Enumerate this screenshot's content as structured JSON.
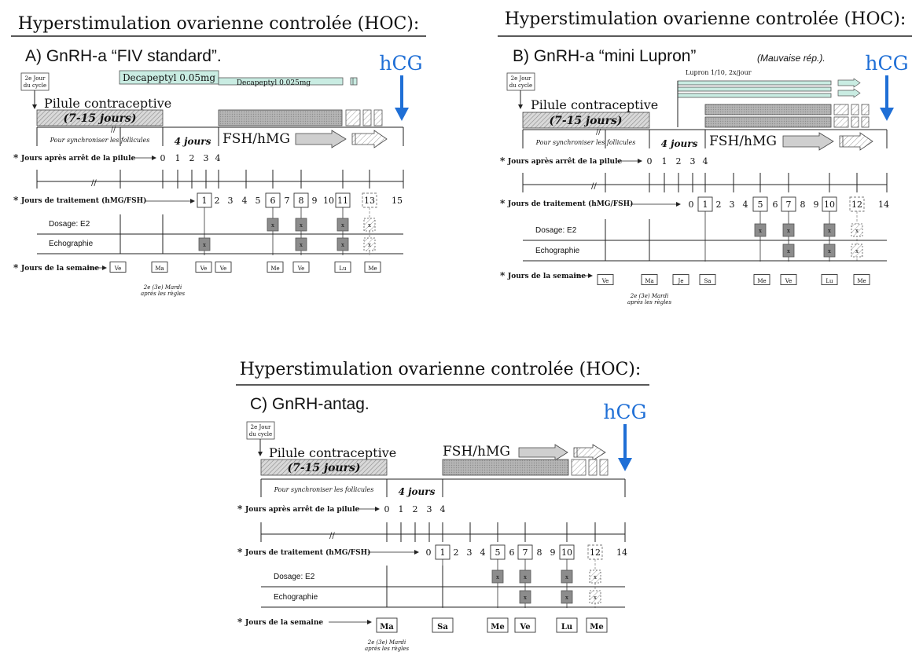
{
  "colors": {
    "arrow_blue": "#1f6fd6",
    "agonist_fill": "#c9ece2",
    "pill_fill": "#bdbdbd",
    "stim_fill": "#a6a6a6",
    "box_fill": "#8c8c8c",
    "line": "#222222"
  },
  "icons": {
    "hcg": "down-arrow-icon",
    "stim": "right-arrow-icon"
  },
  "common": {
    "cycle_day": [
      "2e Jour",
      "du cycle"
    ],
    "pill_label": "Pilule contraceptive",
    "pill_duration": "(7-15 jours)",
    "sync_note": "Pour synchroniser les follicules",
    "four_days": "4 jours",
    "stim_label": "FSH/hMG",
    "hcg_label": "hCG",
    "row_after_pill": "Jours après arrêt de la pilule",
    "row_treatment": "Jours de traitement (hMG/FSH)",
    "row_e2": "Dosage: E2",
    "row_echo": "Echographie",
    "row_weekday": "Jours de la semaine",
    "bullet": "*",
    "tuesday_note": [
      "2e (3e) Mardi",
      "après les règles"
    ],
    "mark": "x",
    "break_mark": "//"
  },
  "panels": [
    {
      "title": "Hyperstimulation ovarienne controlée (HOC):",
      "subtitle_prefix": "A)  GnRH-",
      "subtitle_italic": "a “FIV standard”",
      "subtitle_suffix": ".",
      "subtitle_note": "",
      "agonist_main": "Decapeptyl 0.05mg",
      "agonist_low": "Decapeptyl 0.025mg",
      "after_pill_days": [
        "0",
        "1",
        "2",
        "3",
        "4"
      ],
      "treatment_days": [
        "1",
        "2",
        "3",
        "4",
        "5",
        "6",
        "7",
        "8",
        "9",
        "10",
        "11",
        "13",
        "15"
      ],
      "boxed_days": [
        "1",
        "6",
        "8",
        "11"
      ],
      "dashed_days": [
        "13"
      ],
      "e2_days": [
        "6",
        "8",
        "11",
        "13"
      ],
      "echo_days": [
        "1",
        "8",
        "11",
        "13"
      ],
      "weekdays": [
        "Ve",
        "Ma",
        "Ve",
        "Ve",
        "Me",
        "Ve",
        "Lu",
        "Me"
      ]
    },
    {
      "title": "Hyperstimulation ovarienne controlée (HOC):",
      "subtitle_prefix": "B)  GnRH-",
      "subtitle_italic": "a “mini Lupron”",
      "subtitle_suffix": "",
      "subtitle_note": "(Mauvaise rép.).",
      "agonist_main": "Lupron 1/10, 2x/jour",
      "agonist_low": "",
      "after_pill_days": [
        "0",
        "1",
        "2",
        "3",
        "4"
      ],
      "treatment_days": [
        "0",
        "1",
        "2",
        "3",
        "4",
        "5",
        "6",
        "7",
        "8",
        "9",
        "10",
        "12",
        "14"
      ],
      "boxed_days": [
        "1",
        "5",
        "7",
        "10"
      ],
      "dashed_days": [
        "12"
      ],
      "e2_days": [
        "5",
        "7",
        "10",
        "12"
      ],
      "echo_days": [
        "7",
        "10",
        "12"
      ],
      "weekdays": [
        "Ve",
        "Ma",
        "Je",
        "Sa",
        "Me",
        "Ve",
        "Lu",
        "Me"
      ]
    },
    {
      "title": "Hyperstimulation ovarienne controlée (HOC):",
      "subtitle_prefix": "C)  GnRH-",
      "subtitle_italic": "antag",
      "subtitle_suffix": ".",
      "subtitle_note": "",
      "agonist_main": "",
      "agonist_low": "",
      "after_pill_days": [
        "0",
        "1",
        "2",
        "3",
        "4"
      ],
      "treatment_days": [
        "0",
        "1",
        "2",
        "3",
        "4",
        "5",
        "6",
        "7",
        "8",
        "9",
        "10",
        "12",
        "14"
      ],
      "boxed_days": [
        "1",
        "5",
        "7",
        "10"
      ],
      "dashed_days": [
        "12"
      ],
      "e2_days": [
        "5",
        "7",
        "10",
        "12"
      ],
      "echo_days": [
        "7",
        "10",
        "12"
      ],
      "weekdays": [
        "Ma",
        "Sa",
        "Me",
        "Ve",
        "Lu",
        "Me"
      ]
    }
  ]
}
